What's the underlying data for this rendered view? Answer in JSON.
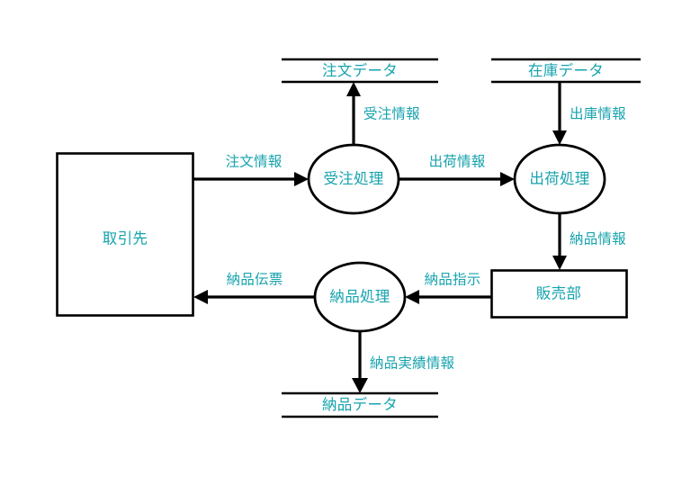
{
  "diagram": {
    "type": "data-flow-diagram",
    "title": "",
    "background_color": "#ffffff",
    "stroke_color": "#000000",
    "text_color": "#17a3ae",
    "external_entities": [
      {
        "id": "torihikisaki",
        "label": "取引先",
        "shape": "rectangle"
      },
      {
        "id": "hanbaibu",
        "label": "販売部",
        "shape": "rectangle"
      }
    ],
    "processes": [
      {
        "id": "juchu",
        "label": "受注処理",
        "shape": "ellipse"
      },
      {
        "id": "shukka",
        "label": "出荷処理",
        "shape": "ellipse"
      },
      {
        "id": "nouhin",
        "label": "納品処理",
        "shape": "ellipse"
      }
    ],
    "data_stores": [
      {
        "id": "chumon-data",
        "label": "注文データ",
        "shape": "open-rectangle"
      },
      {
        "id": "zaiko-data",
        "label": "在庫データ",
        "shape": "open-rectangle"
      },
      {
        "id": "nouhin-data",
        "label": "納品データ",
        "shape": "open-rectangle"
      }
    ],
    "flows": [
      {
        "id": "flow-chumon-joho",
        "label": "注文情報",
        "from": "torihikisaki",
        "to": "juchu",
        "direction": "right"
      },
      {
        "id": "flow-juchu-joho",
        "label": "受注情報",
        "from": "juchu",
        "to": "chumon-data",
        "direction": "up"
      },
      {
        "id": "flow-shukka-joho",
        "label": "出荷情報",
        "from": "juchu",
        "to": "shukka",
        "direction": "right"
      },
      {
        "id": "flow-shuko-joho",
        "label": "出庫情報",
        "from": "zaiko-data",
        "to": "shukka",
        "direction": "down"
      },
      {
        "id": "flow-nouhin-joho",
        "label": "納品情報",
        "from": "shukka",
        "to": "hanbaibu",
        "direction": "down"
      },
      {
        "id": "flow-nouhin-shiji",
        "label": "納品指示",
        "from": "hanbaibu",
        "to": "nouhin",
        "direction": "left"
      },
      {
        "id": "flow-nouhin-denpyo",
        "label": "納品伝票",
        "from": "nouhin",
        "to": "torihikisaki",
        "direction": "left"
      },
      {
        "id": "flow-nouhin-jisseki",
        "label": "納品実績情報",
        "from": "nouhin",
        "to": "nouhin-data",
        "direction": "down"
      }
    ]
  }
}
